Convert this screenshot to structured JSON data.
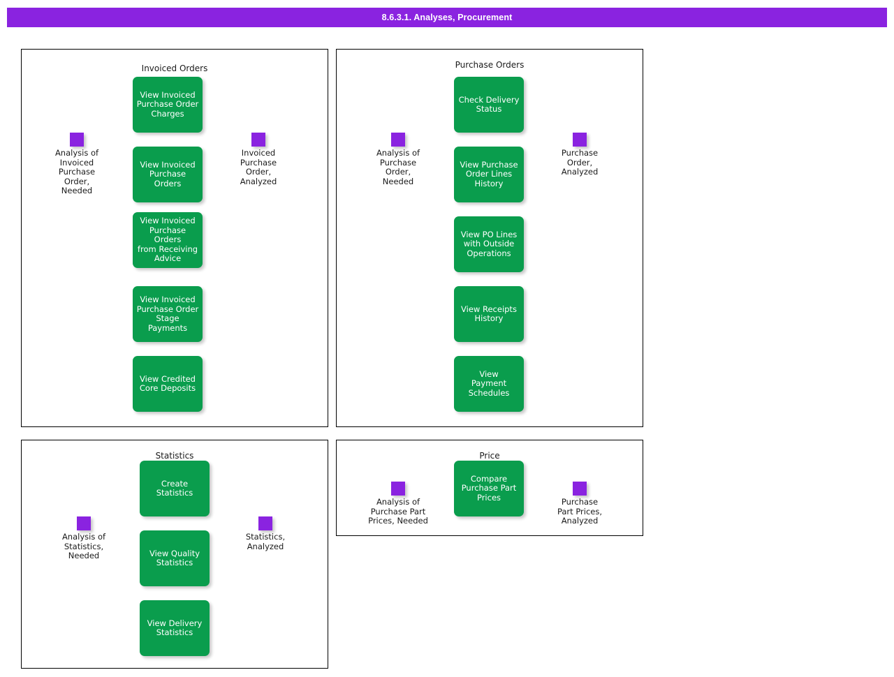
{
  "header": {
    "title": "8.6.3.1. Analyses, Procurement",
    "bar_color": "#8A23E0",
    "text_color": "#ffffff"
  },
  "theme": {
    "process_color": "#0A9D4D",
    "event_color": "#8A23E0",
    "connector_color": "#757575",
    "panel_border_color": "#000000",
    "background": "#ffffff"
  },
  "panels": [
    {
      "id": "invoiced-orders",
      "title": "Invoiced Orders",
      "start_event": {
        "label": "Analysis of\nInvoiced\nPurchase\nOrder,\nNeeded"
      },
      "end_event": {
        "label": "Invoiced\nPurchase\nOrder,\nAnalyzed"
      },
      "processes": [
        {
          "label": "View Invoiced\nPurchase Order\nCharges"
        },
        {
          "label": "View Invoiced\nPurchase Orders"
        },
        {
          "label": "View Invoiced\nPurchase Orders\nfrom Receiving\nAdvice"
        },
        {
          "label": "View Invoiced\nPurchase Order\nStage Payments"
        },
        {
          "label": "View Credited\nCore Deposits"
        }
      ]
    },
    {
      "id": "purchase-orders",
      "title": "Purchase Orders",
      "start_event": {
        "label": "Analysis of\nPurchase\nOrder,\nNeeded"
      },
      "end_event": {
        "label": "Purchase\nOrder,\nAnalyzed"
      },
      "processes": [
        {
          "label": "Check Delivery\nStatus"
        },
        {
          "label": "View Purchase\nOrder Lines\nHistory"
        },
        {
          "label": "View PO Lines\nwith Outside\nOperations"
        },
        {
          "label": "View Receipts\nHistory"
        },
        {
          "label": "View\nPayment\nSchedules"
        }
      ]
    },
    {
      "id": "statistics",
      "title": "Statistics",
      "start_event": {
        "label": "Analysis of\nStatistics,\nNeeded"
      },
      "end_event": {
        "label": "Statistics,\nAnalyzed"
      },
      "processes": [
        {
          "label": "Create\nStatistics"
        },
        {
          "label": "View Quality\nStatistics"
        },
        {
          "label": "View Delivery\nStatistics"
        }
      ]
    },
    {
      "id": "price",
      "title": "Price",
      "start_event": {
        "label": "Analysis of\nPurchase Part\nPrices, Needed"
      },
      "end_event": {
        "label": "Purchase\nPart Prices,\nAnalyzed"
      },
      "processes": [
        {
          "label": "Compare\nPurchase Part\nPrices"
        }
      ]
    }
  ]
}
